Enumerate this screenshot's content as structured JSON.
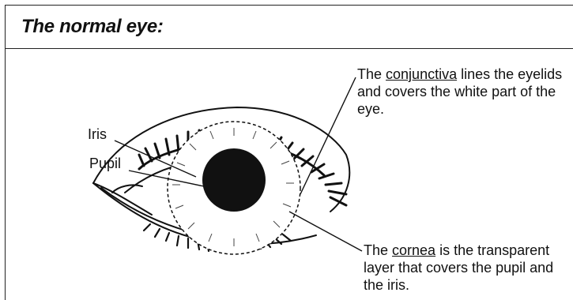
{
  "title": "The normal eye:",
  "labels": {
    "iris": "Iris",
    "pupil": "Pupil",
    "conjunctiva": {
      "pre": "The ",
      "term": "conjunctiva",
      "post": " lines the eyelids and covers the white part of the  eye."
    },
    "cornea": {
      "pre": "The ",
      "term": "cornea",
      "post": " is the transparent layer that covers the pupil and the iris."
    }
  }
}
